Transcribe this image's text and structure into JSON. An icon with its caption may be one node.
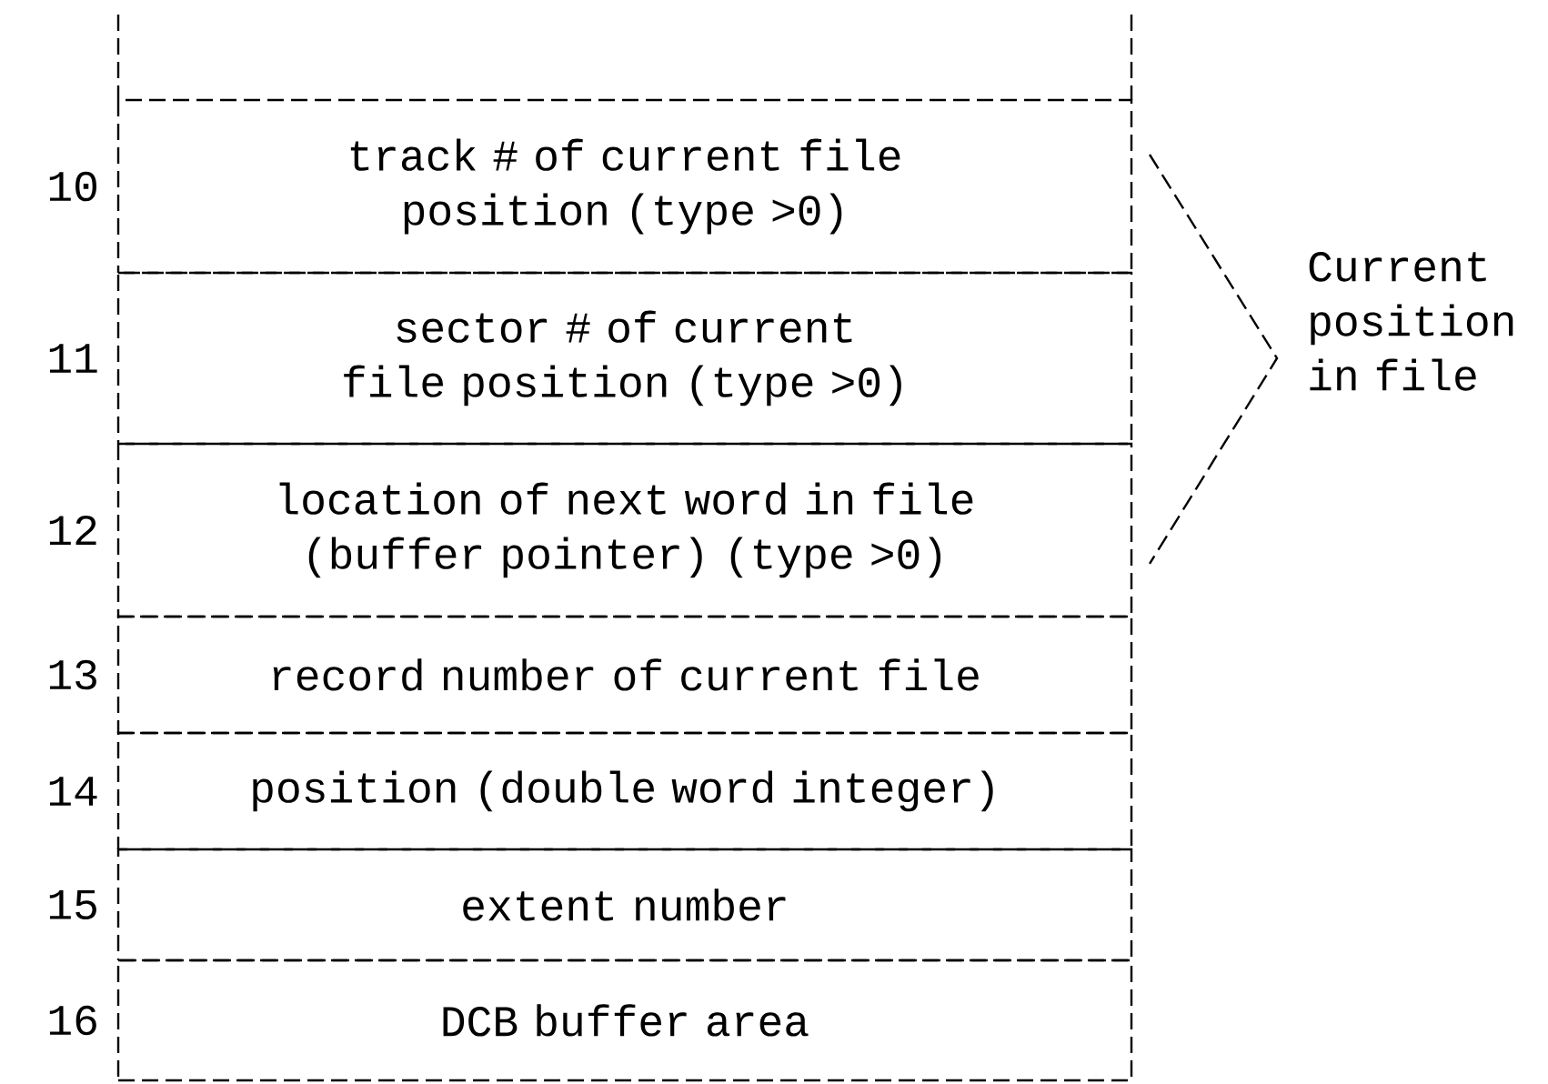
{
  "diagram": {
    "nodes": [
      {
        "text": [
          "track # of current file position (type >0)"
        ],
        "beside": [
          "10"
        ]
      },
      {
        "text": [
          "sector # of current file position (type >0)"
        ],
        "beside": [
          "11"
        ]
      },
      {
        "text": [
          "location of next word in file (buffer pointer) (type >0)"
        ],
        "beside": [
          "12"
        ]
      },
      {
        "text": [
          "record number of current file"
        ],
        "beside": [
          "13"
        ]
      },
      {
        "text": [
          "position (double word integer)"
        ],
        "beside": [
          "14"
        ]
      },
      {
        "text": [
          "extent number"
        ],
        "beside": [
          "15"
        ]
      },
      {
        "text": [
          "DCB buffer area"
        ],
        "beside": [
          "16"
        ]
      }
    ],
    "labels": [
      "Current position in file"
    ]
  }
}
